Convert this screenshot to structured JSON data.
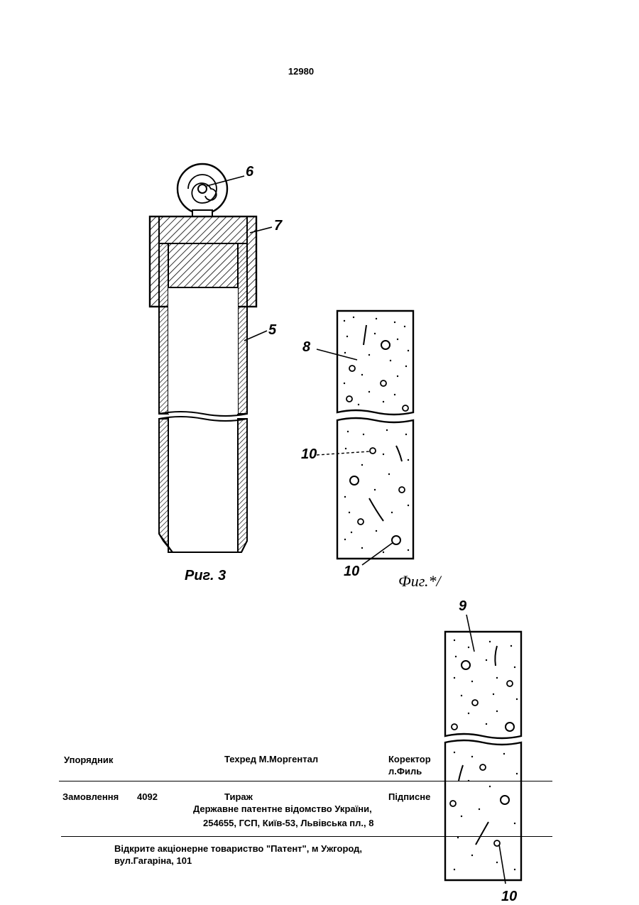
{
  "page_number": "12980",
  "figures": {
    "fig3": {
      "caption": "Риг. 3",
      "labels": {
        "sleeve": "6",
        "cap": "7",
        "tube": "5"
      }
    },
    "fig4": {
      "caption": "Фиг.*/",
      "labels": {
        "sample": "8",
        "pore_top": "10",
        "pore_bottom": "10"
      }
    },
    "fig5": {
      "labels": {
        "sample": "9",
        "pore": "10"
      }
    }
  },
  "imprint": {
    "compiler_label": "Упорядник",
    "techred": "Техред М.Моргентал",
    "corrector_line1": "Коректор",
    "corrector_line2": "л.Филь",
    "order_label": "Замовлення",
    "order_number": "4092",
    "circulation": "Тираж",
    "subscription": "Підписне",
    "office_line1": "Державне патентне відомство України,",
    "office_line2": "254655, ГСП, Київ-53, Львівська пл., 8",
    "printer_line1": "Відкрите акціонерне товариство \"Патент\", м Ужгород,",
    "printer_line2": "вул.Гагаріна, 101"
  }
}
